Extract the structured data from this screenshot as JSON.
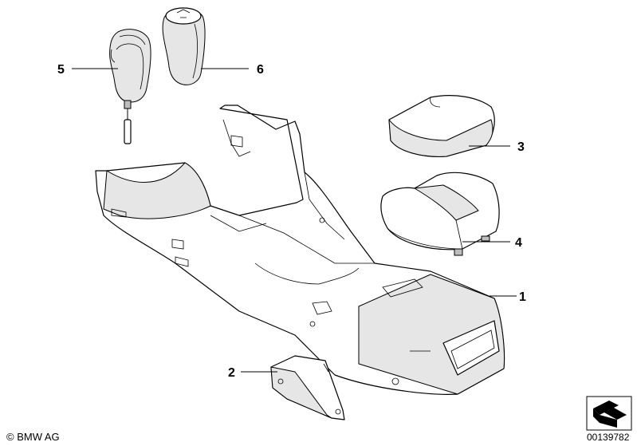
{
  "callouts": [
    {
      "id": "1",
      "label": "1"
    },
    {
      "id": "2",
      "label": "2"
    },
    {
      "id": "3",
      "label": "3"
    },
    {
      "id": "4",
      "label": "4"
    },
    {
      "id": "5",
      "label": "5"
    },
    {
      "id": "6",
      "label": "6"
    }
  ],
  "footer": {
    "copyright": "© BMW AG",
    "diagram_number": "00139782"
  }
}
